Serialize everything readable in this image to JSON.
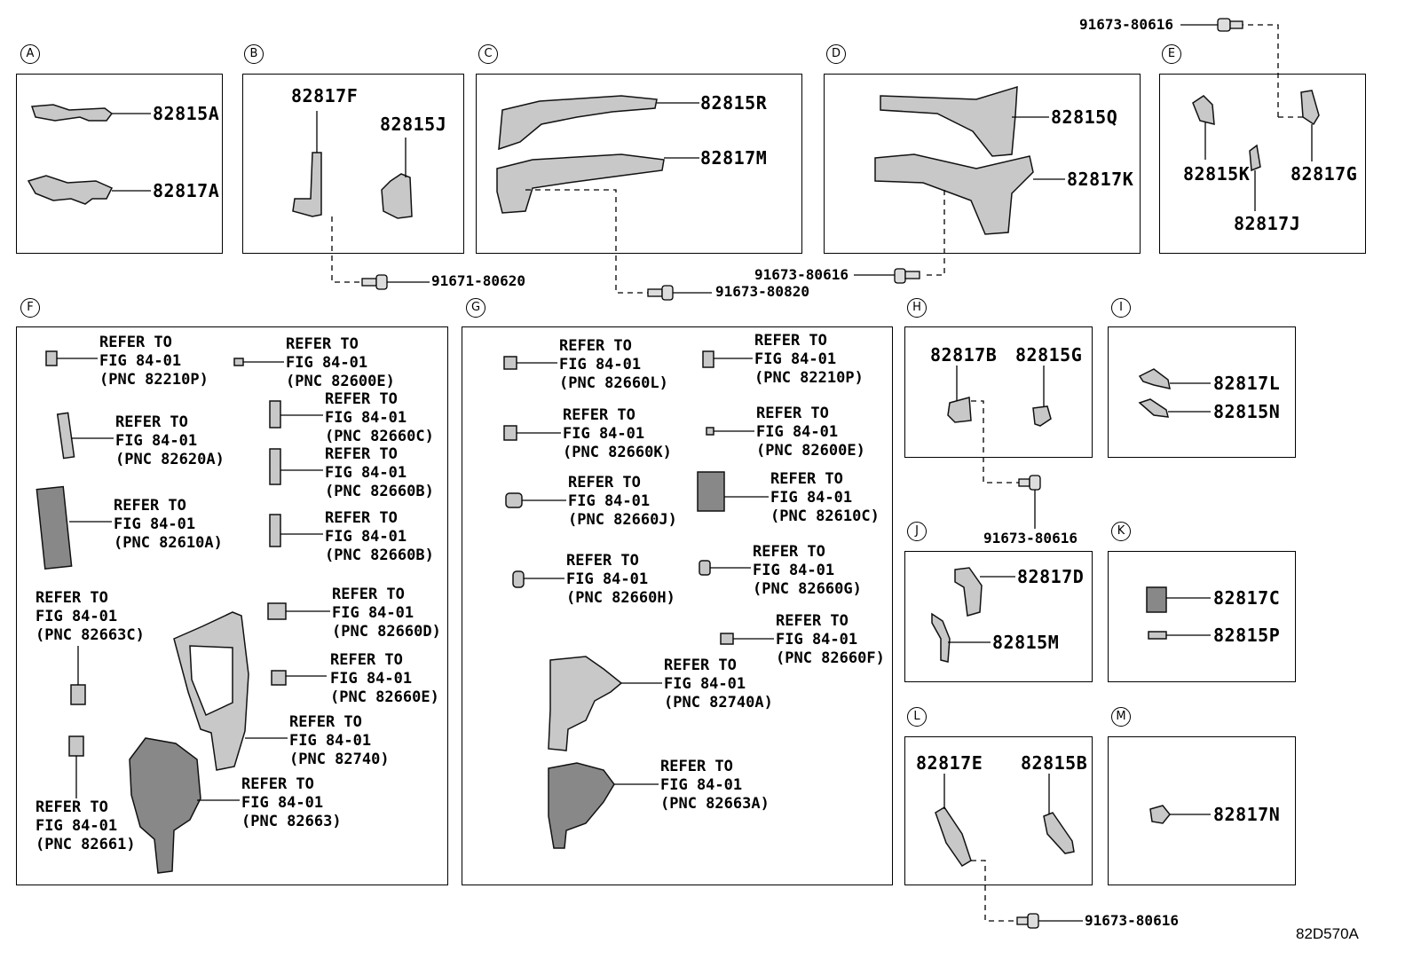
{
  "sections": {
    "A": {
      "label": "A"
    },
    "B": {
      "label": "B"
    },
    "C": {
      "label": "C"
    },
    "D": {
      "label": "D"
    },
    "E": {
      "label": "E"
    },
    "F": {
      "label": "F"
    },
    "G": {
      "label": "G"
    },
    "H": {
      "label": "H"
    },
    "I": {
      "label": "I"
    },
    "J": {
      "label": "J"
    },
    "K": {
      "label": "K"
    },
    "L": {
      "label": "L"
    },
    "M": {
      "label": "M"
    }
  },
  "parts": {
    "a1": "82815A",
    "a2": "82817A",
    "b1": "82817F",
    "b2": "82815J",
    "c1": "82815R",
    "c2": "82817M",
    "d1": "82815Q",
    "d2": "82817K",
    "e1": "82815K",
    "e2": "82817J",
    "e3": "82817G",
    "h1": "82817B",
    "h2": "82815G",
    "i1": "82817L",
    "i2": "82815N",
    "j1": "82817D",
    "j2": "82815M",
    "k1": "82817C",
    "k2": "82815P",
    "l1": "82817E",
    "l2": "82815B",
    "m1": "82817N"
  },
  "fasteners": {
    "top": "91673-80616",
    "b": "91671-80620",
    "c": "91673-80820",
    "d": "91673-80616",
    "h": "91673-80616",
    "l": "91673-80616"
  },
  "refs": {
    "f1": "REFER TO\nFIG 84-01\n(PNC 82210P)",
    "f2": "REFER TO\nFIG 84-01\n(PNC 82600E)",
    "f3": "REFER TO\nFIG 84-01\n(PNC 82660C)",
    "f4": "REFER TO\nFIG 84-01\n(PNC 82620A)",
    "f5": "REFER TO\nFIG 84-01\n(PNC 82660B)",
    "f6": "REFER TO\nFIG 84-01\n(PNC 82610A)",
    "f7": "REFER TO\nFIG 84-01\n(PNC 82660B)",
    "f8": "REFER TO\nFIG 84-01\n(PNC 82663C)",
    "f9": "REFER TO\nFIG 84-01\n(PNC 82660D)",
    "f10": "REFER TO\nFIG 84-01\n(PNC 82660E)",
    "f11": "REFER TO\nFIG 84-01\n(PNC 82740)",
    "f12": "REFER TO\nFIG 84-01\n(PNC 82663)",
    "f13": "REFER TO\nFIG 84-01\n(PNC 82661)",
    "g1": "REFER TO\nFIG 84-01\n(PNC 82660L)",
    "g2": "REFER TO\nFIG 84-01\n(PNC 82210P)",
    "g3": "REFER TO\nFIG 84-01\n(PNC 82660K)",
    "g4": "REFER TO\nFIG 84-01\n(PNC 82600E)",
    "g5": "REFER TO\nFIG 84-01\n(PNC 82660J)",
    "g6": "REFER TO\nFIG 84-01\n(PNC 82610C)",
    "g7": "REFER TO\nFIG 84-01\n(PNC 82660H)",
    "g8": "REFER TO\nFIG 84-01\n(PNC 82660G)",
    "g9": "REFER TO\nFIG 84-01\n(PNC 82660F)",
    "g10": "REFER TO\nFIG 84-01\n(PNC 82740A)",
    "g11": "REFER TO\nFIG 84-01\n(PNC 82663A)"
  },
  "diagram_id": "82D570A"
}
